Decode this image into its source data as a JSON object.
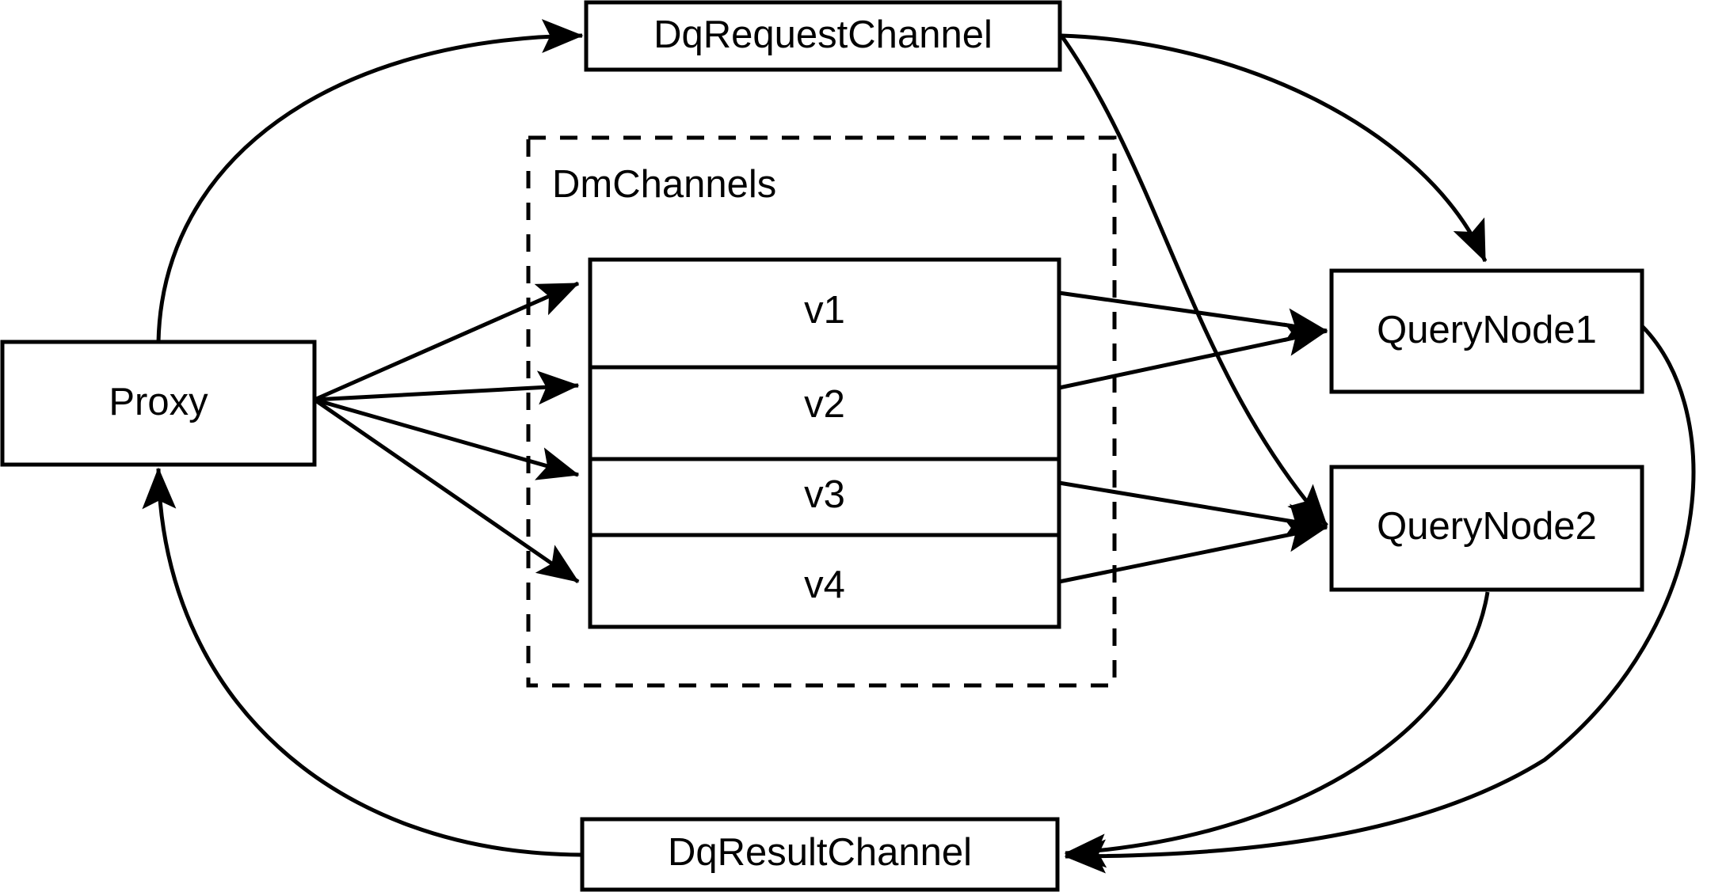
{
  "diagram": {
    "title": "Milvus distributed query routing diagram",
    "type": "flow-diagram",
    "background_color": "#ffffff",
    "line_color": "#000000",
    "nodes": {
      "proxy": {
        "label": "Proxy"
      },
      "dq_request_channel": {
        "label": "DqRequestChannel"
      },
      "dq_result_channel": {
        "label": "DqResultChannel"
      },
      "query_node_1": {
        "label": "QueryNode1"
      },
      "query_node_2": {
        "label": "QueryNode2"
      }
    },
    "group": {
      "label": "DmChannels",
      "style": "dashed"
    },
    "channels": [
      {
        "label": "v1"
      },
      {
        "label": "v2"
      },
      {
        "label": "v3"
      },
      {
        "label": "v4"
      }
    ],
    "edges": [
      {
        "from": "Proxy",
        "to": "DqRequestChannel",
        "style": "curved",
        "arrow": "to"
      },
      {
        "from": "Proxy",
        "to": "v1",
        "style": "straight",
        "arrow": "to"
      },
      {
        "from": "Proxy",
        "to": "v2",
        "style": "straight",
        "arrow": "to"
      },
      {
        "from": "Proxy",
        "to": "v3",
        "style": "straight",
        "arrow": "to"
      },
      {
        "from": "Proxy",
        "to": "v4",
        "style": "straight",
        "arrow": "to"
      },
      {
        "from": "v1",
        "to": "QueryNode1",
        "style": "straight",
        "arrow": "to"
      },
      {
        "from": "v2",
        "to": "QueryNode1",
        "style": "straight",
        "arrow": "to"
      },
      {
        "from": "v3",
        "to": "QueryNode2",
        "style": "straight",
        "arrow": "to"
      },
      {
        "from": "v4",
        "to": "QueryNode2",
        "style": "straight",
        "arrow": "to"
      },
      {
        "from": "DqRequestChannel",
        "to": "QueryNode1",
        "style": "curved",
        "arrow": "to"
      },
      {
        "from": "DqRequestChannel",
        "to": "QueryNode2",
        "style": "curved",
        "arrow": "to"
      },
      {
        "from": "QueryNode1",
        "to": "DqResultChannel",
        "style": "curved",
        "arrow": "to"
      },
      {
        "from": "QueryNode2",
        "to": "DqResultChannel",
        "style": "curved",
        "arrow": "to"
      },
      {
        "from": "DqResultChannel",
        "to": "Proxy",
        "style": "curved",
        "arrow": "to"
      }
    ]
  }
}
